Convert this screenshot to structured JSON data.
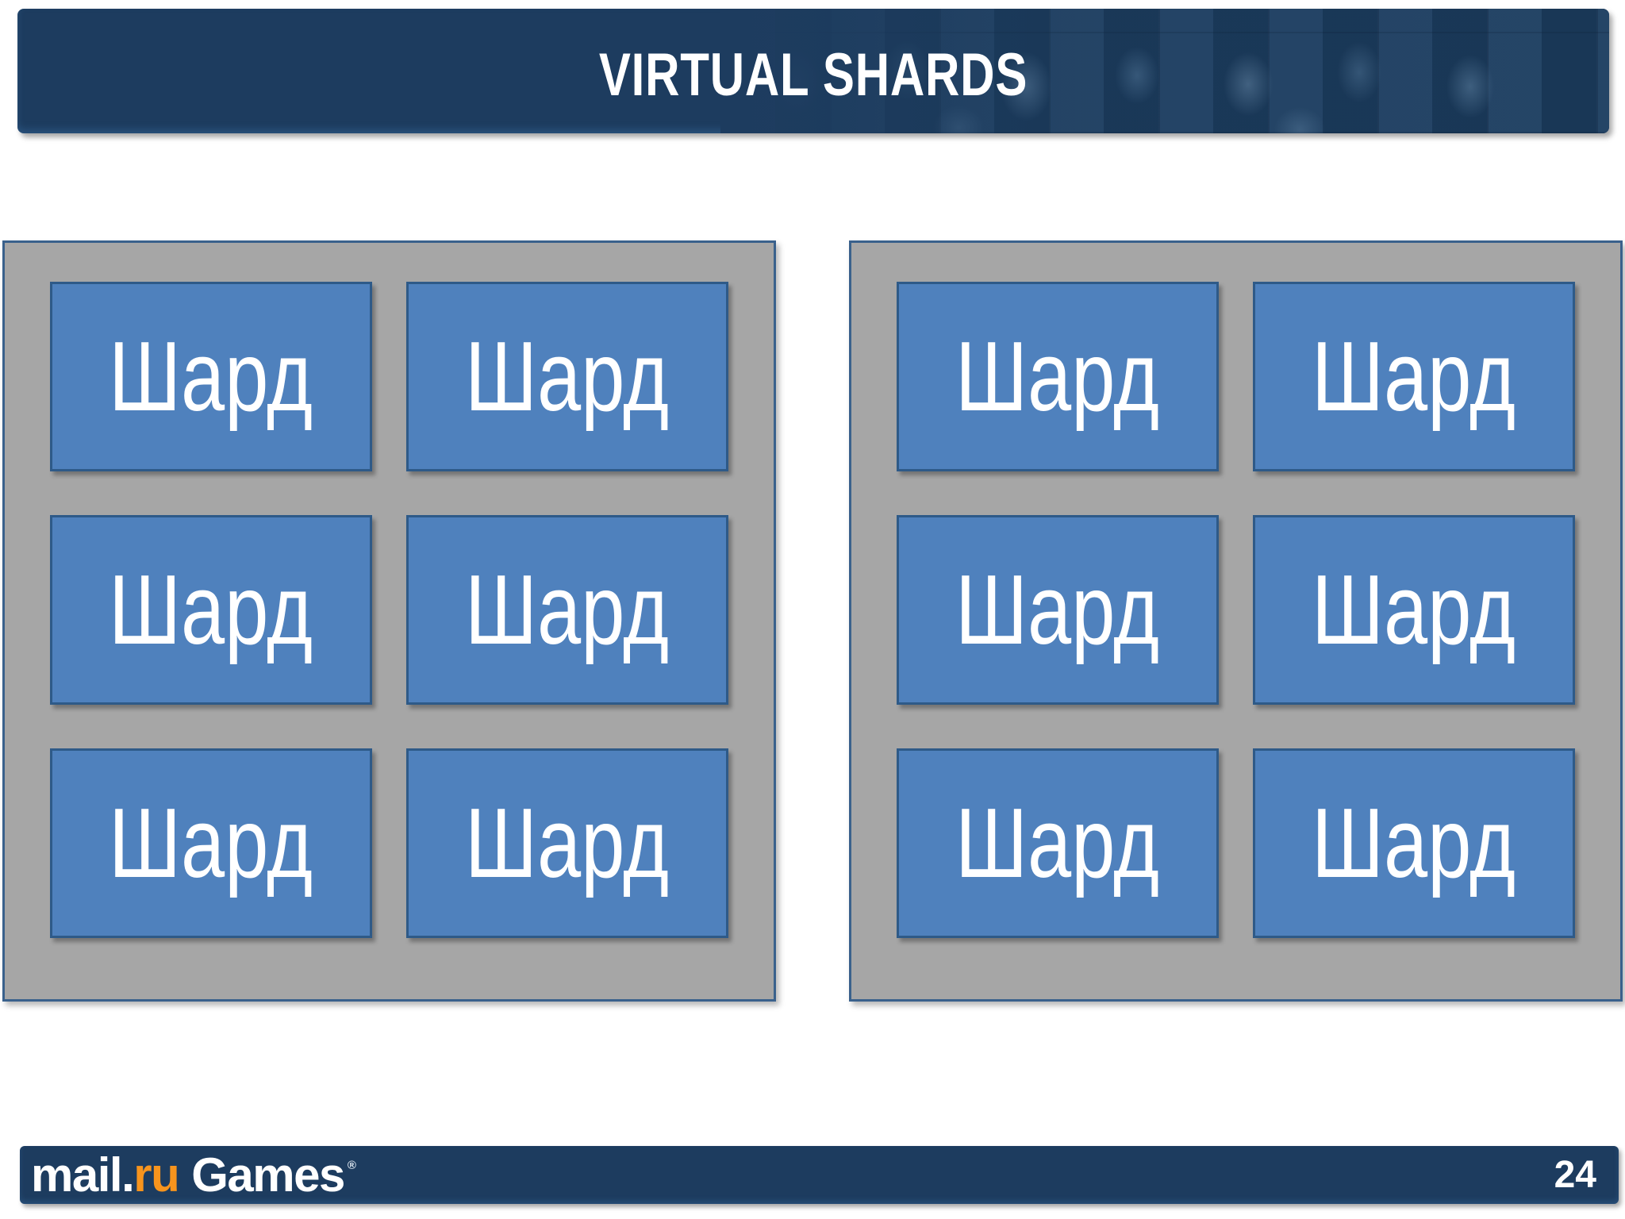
{
  "header": {
    "title": "VIRTUAL SHARDS"
  },
  "panels": [
    {
      "shards": [
        "Шард",
        "Шард",
        "Шард",
        "Шард",
        "Шард",
        "Шард"
      ]
    },
    {
      "shards": [
        "Шард",
        "Шард",
        "Шард",
        "Шард",
        "Шард",
        "Шард"
      ]
    }
  ],
  "footer": {
    "logo": {
      "mail": "mail",
      "dot": ".",
      "ru": "ru",
      "games": "Games",
      "reg": "®"
    },
    "page_number": "24"
  },
  "colors": {
    "navy": "#1d3c5f",
    "panel-gray": "#a6a6a6",
    "panel-border": "#3a618c",
    "shard-fill": "#4f81bd",
    "shard-border": "#2e5a88",
    "logo-orange": "#f7941d",
    "text-white": "#ffffff"
  }
}
